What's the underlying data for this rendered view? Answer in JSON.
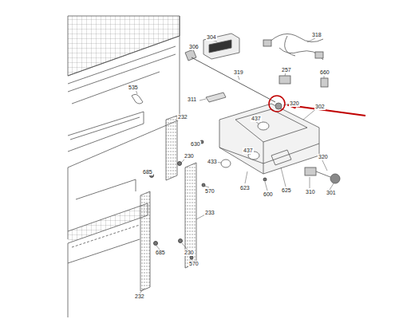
{
  "diagram": {
    "labels": [
      "304",
      "318",
      "306",
      "319",
      "535",
      "257",
      "660",
      "311",
      "320",
      "302",
      "232",
      "437",
      "630",
      "685",
      "230",
      "437",
      "433",
      "570",
      "623",
      "600",
      "625",
      "310",
      "320",
      "301",
      "233",
      "685",
      "230",
      "570",
      "232"
    ]
  }
}
